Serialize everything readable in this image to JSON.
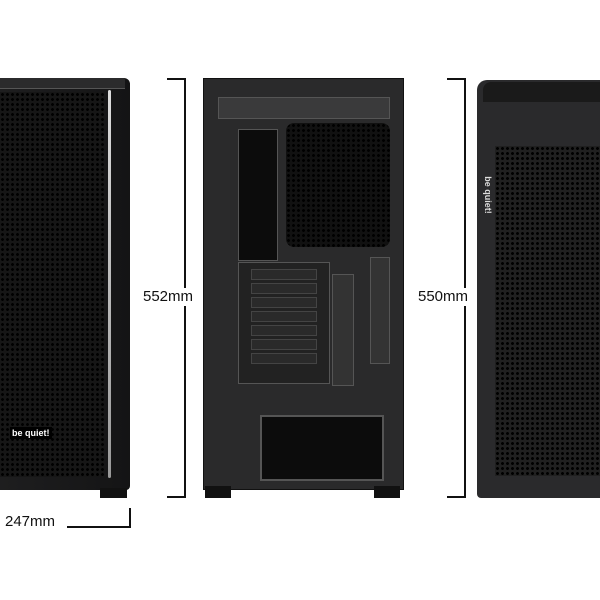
{
  "dimensions": {
    "height_back": "552mm",
    "height_side": "550mm",
    "width_front": "247mm"
  },
  "logos": {
    "front": "be quiet!",
    "side": "be quiet!"
  },
  "colors": {
    "case": "#1b1b1c",
    "background": "#ffffff",
    "accent_trim": "#d8d8d8"
  }
}
